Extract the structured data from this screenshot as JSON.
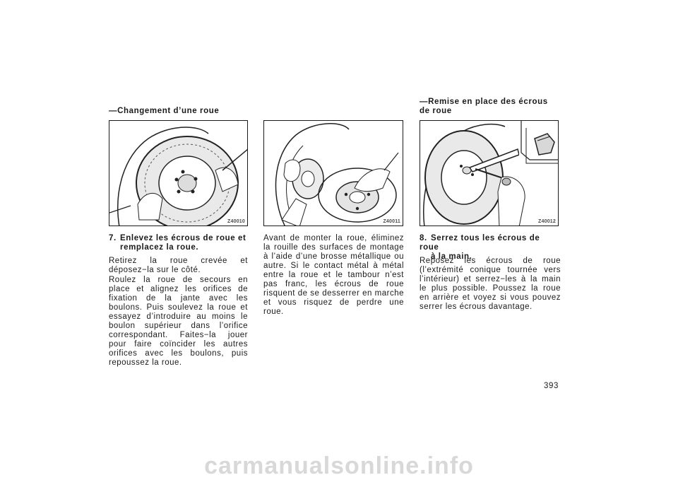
{
  "sections": {
    "left_heading": "—Changement d’une roue",
    "right_heading_line1": "—Remise en place des écrous",
    "right_heading_line2": "de roue"
  },
  "figures": {
    "fig1_code": "Z40010",
    "fig2_code": "Z40011",
    "fig3_code": "Z40012"
  },
  "step7": {
    "number": "7.",
    "title_line1": "Enlevez les écrous de roue et",
    "title_line2": "remplacez la roue.",
    "paragraph1": "Retirez la roue crevée et déposez−la sur le côté.",
    "paragraph2": "Roulez la roue de secours en place et alignez les orifices de fixation de la jante avec les boulons. Puis soulevez la roue et essayez d’introduire au moins le boulon supérieur dans l’orifice correspondant. Faites−la jouer pour faire coïncider les autres orifices avec les boulons, puis repoussez la roue."
  },
  "middle": {
    "paragraph": "Avant de monter la roue, éliminez la rouille des surfaces de montage à l’aide d’une brosse métallique ou autre. Si le contact métal à métal entre la roue et le tambour n’est pas franc, les écrous de roue risquent de se desserrer en marche et vous risquez de perdre une roue."
  },
  "step8": {
    "number": "8.",
    "title_line1": "Serrez tous les écrous de roue",
    "title_line2": "à la main.",
    "paragraph": "Reposez les écrous de roue (l’extrémité conique tournée vers l’intérieur) et serrez−les à la main le plus possible. Poussez la roue en arrière et voyez si vous pouvez serrer les écrous davantage."
  },
  "page_number": "393",
  "watermark": "carmanualsonline.info",
  "colors": {
    "text": "#1a1a1a",
    "watermark": "#d8d8d8"
  }
}
